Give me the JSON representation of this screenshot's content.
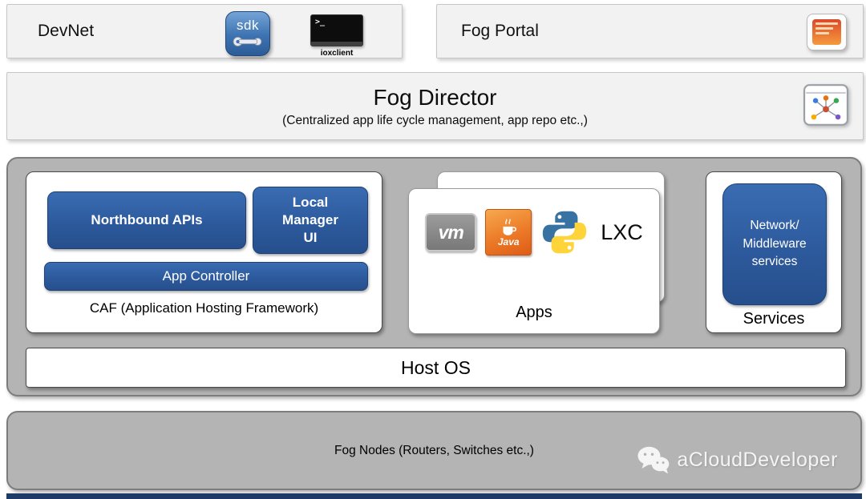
{
  "devnet": {
    "label": "DevNet",
    "sdk_icon_label": "sdk",
    "terminal_prompt": ">_",
    "ioxclient_label": "ioxclient"
  },
  "fog_portal": {
    "label": "Fog Portal"
  },
  "fog_director": {
    "title": "Fog Director",
    "subtitle": "(Centralized app life cycle management, app repo etc.,)"
  },
  "caf": {
    "northbound_label": "Northbound APIs",
    "local_manager_label": "Local Manager UI",
    "app_controller_label": "App Controller",
    "caption": "CAF (Application Hosting Framework)"
  },
  "apps": {
    "vm_label": "vm",
    "java_label": "Java",
    "lxc_label": "LXC",
    "caption": "Apps"
  },
  "services": {
    "box_label": "Network/ Middleware services",
    "caption": "Services"
  },
  "host_os": {
    "label": "Host OS"
  },
  "fog_nodes": {
    "caption": "Fog Nodes (Routers, Switches etc.,)",
    "watermark": "aCloudDeveloper"
  },
  "colors": {
    "blue": "#2d5a9d",
    "panel_gray": "#b4b4b4",
    "navy_strip": "#1e3a66",
    "java_orange": "#ec7a28"
  }
}
